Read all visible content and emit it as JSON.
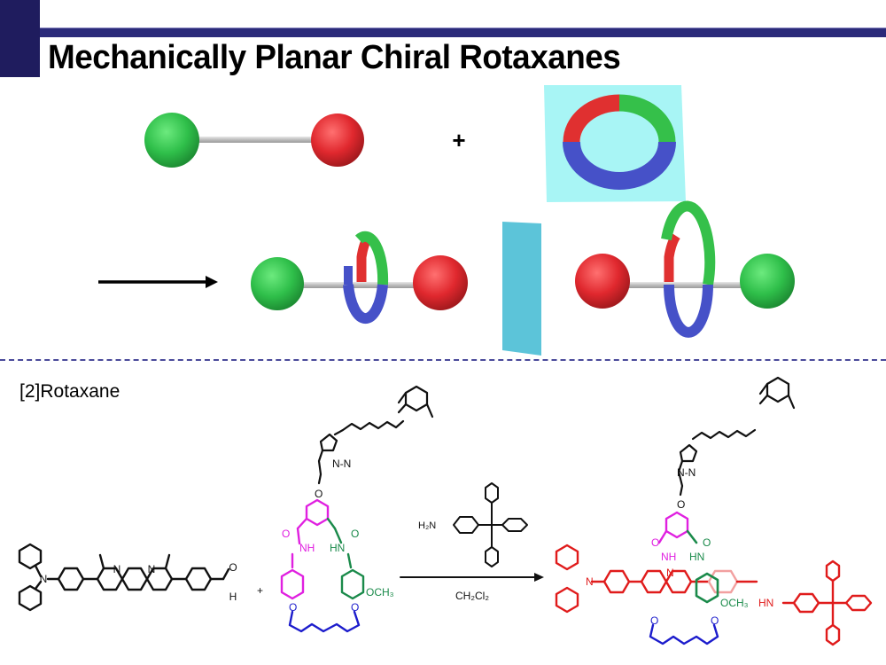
{
  "slide": {
    "title": "Mechanically Planar Chiral Rotaxanes",
    "colors": {
      "accent_dark": "#1f1c5e",
      "rule": "#2b2a7a",
      "divider": "#4a4a9a",
      "sphere_green": "#2fbf4a",
      "sphere_red": "#e0282e",
      "ring_red": "#e03030",
      "ring_green": "#35c04a",
      "ring_blue": "#4651c8",
      "mirror_plane": "#5cc4d9",
      "macrocycle_plane": "#a8f5f5",
      "product_axle": "#e01b1b",
      "magenta": "#e020e0",
      "dark_green": "#1a8a4a",
      "blue_chain": "#1c1ccc"
    }
  },
  "cartoon": {
    "plus_sign": "+",
    "reaction_arrow": "→",
    "components": [
      "dumbbell-axle",
      "oriented-macrocycle"
    ],
    "products": [
      "rotaxane-enantiomer-a",
      "mirror-plane",
      "rotaxane-enantiomer-b"
    ]
  },
  "scheme": {
    "section_label": "[2]Rotaxane",
    "plus_sign": "+",
    "reagent_formula_left": "H₂N",
    "solvent": "CH₂Cl₂",
    "labels": {
      "N": "N",
      "O": "O",
      "H": "H",
      "NH": "NH",
      "HN": "HN",
      "OCH3": "OCH₃",
      "NN": "N-N"
    }
  }
}
